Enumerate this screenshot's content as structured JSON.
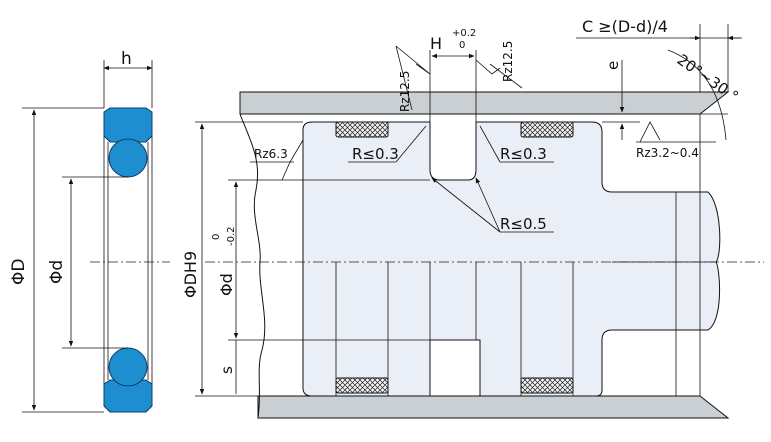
{
  "labels": {
    "seal_width": "h",
    "outer_diameter": "ΦD",
    "inner_diameter": "Φd",
    "bore_diameter": "ΦDH9",
    "groove_diameter": "Φd",
    "groove_diameter_tol_upper": "0",
    "groove_diameter_tol_lower": "-0.2",
    "groove_width": "H",
    "groove_width_tol_upper": "+0.2",
    "groove_width_tol_lower": "0",
    "chamfer_length": "C ≥(D-d)/4",
    "chamfer_angle": "20°~30 °",
    "chamfer_offset": "e",
    "section_height": "s",
    "roughness_groove_side_left": "Rz12.5",
    "roughness_groove_side_right": "Rz12.5",
    "roughness_groove_bottom": "Rz6.3",
    "roughness_bore": "Rz3.2~0.4",
    "radius_top_left": "R≤0.3",
    "radius_top_right": "R≤0.3",
    "radius_bottom": "R≤0.5"
  },
  "colors": {
    "seal_blue": "#1d8fd0",
    "cylinder_gray": "#c9cfd3",
    "piston_fill": "#e9eef7",
    "line": "#111111"
  }
}
